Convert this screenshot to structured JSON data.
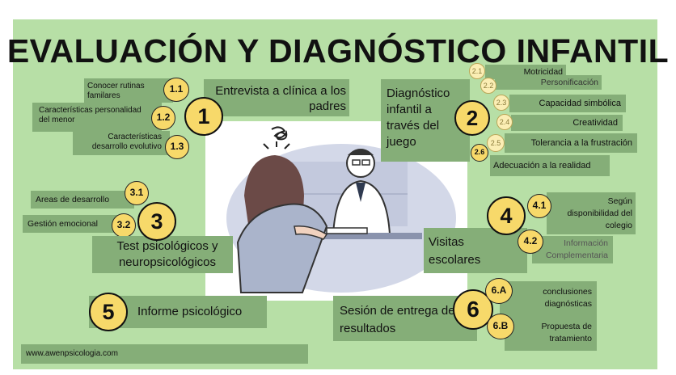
{
  "title": "EVALUACIÓN Y DIAGNÓSTICO INFANTIL",
  "footer": "www.awenpsicologia.com",
  "section1": {
    "number": "1",
    "label": "Entrevista a clínica a los padres",
    "items": [
      {
        "number": "1.1",
        "label": "Conocer rutinas familares"
      },
      {
        "number": "1.2",
        "label": "Características personalidad del menor"
      },
      {
        "number": "1.3",
        "label": "Características desarrollo evolutivo"
      }
    ]
  },
  "section2": {
    "number": "2",
    "label": "Diagnóstico infantil a través del juego",
    "items": [
      {
        "number": "2.1",
        "label": "Motricidad"
      },
      {
        "number": "2.2",
        "label": "Personificación"
      },
      {
        "number": "2.3",
        "label": "Capacidad simbólica"
      },
      {
        "number": "2.4",
        "label": "Creatividad"
      },
      {
        "number": "2.5",
        "label": "Tolerancia a la frustración"
      },
      {
        "number": "2.6",
        "label": "Adecuación a la realidad"
      }
    ]
  },
  "section3": {
    "number": "3",
    "label": "Test psicológicos y neuropsicológicos",
    "items": [
      {
        "number": "3.1",
        "label": "Areas de desarrollo"
      },
      {
        "number": "3.2",
        "label": "Gestión emocional"
      }
    ]
  },
  "section4": {
    "number": "4",
    "label": "Visitas escolares",
    "items": [
      {
        "number": "4.1",
        "label": "Según disponibilidad del colegio"
      },
      {
        "number": "4.2",
        "label": "Información Complementaria"
      }
    ]
  },
  "section5": {
    "number": "5",
    "label": "Informe psicológico"
  },
  "section6": {
    "number": "6",
    "label": "Sesión de entrega de resultados",
    "items": [
      {
        "number": "6.A",
        "label": "conclusiones diagnósticas"
      },
      {
        "number": "6.B",
        "label": "Propuesta de tratamiento"
      }
    ]
  },
  "colors": {
    "background": "#b7dfa6",
    "box": "#85ae78",
    "bubble": "#f7d96a",
    "scene": "#d3d8e8"
  },
  "illustration": "child-therapist-consultation-scene"
}
